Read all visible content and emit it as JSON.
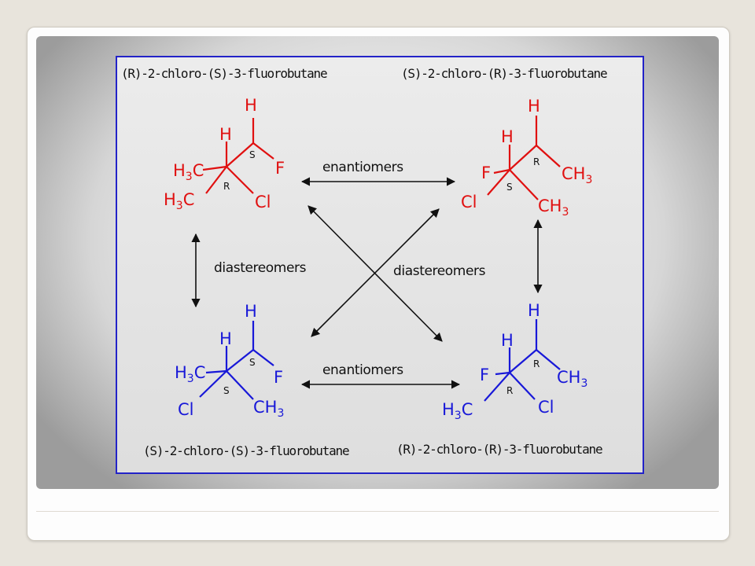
{
  "names": {
    "top_left": "(R)-2-chloro-(S)-3-fluorobutane",
    "top_right": "(S)-2-chloro-(R)-3-fluorobutane",
    "bottom_left": "(S)-2-chloro-(S)-3-fluorobutane",
    "bottom_right": "(R)-2-chloro-(R)-3-fluorobutane"
  },
  "relations": {
    "enantiomers_top": "enantiomers",
    "enantiomers_bottom": "enantiomers",
    "diastereomers_left": "diastereomers",
    "diastereomers_center": "diastereomers"
  },
  "atoms": {
    "H": "H",
    "F": "F",
    "Cl": "Cl",
    "C": "C",
    "CH": "CH",
    "H3C_H": "H",
    "sub3": "3"
  },
  "configs": {
    "R": "R",
    "S": "S"
  },
  "colors": {
    "top_molecules": "#e01010",
    "bottom_molecules": "#1818d8",
    "frame": "#2323c8",
    "text": "#111111"
  }
}
